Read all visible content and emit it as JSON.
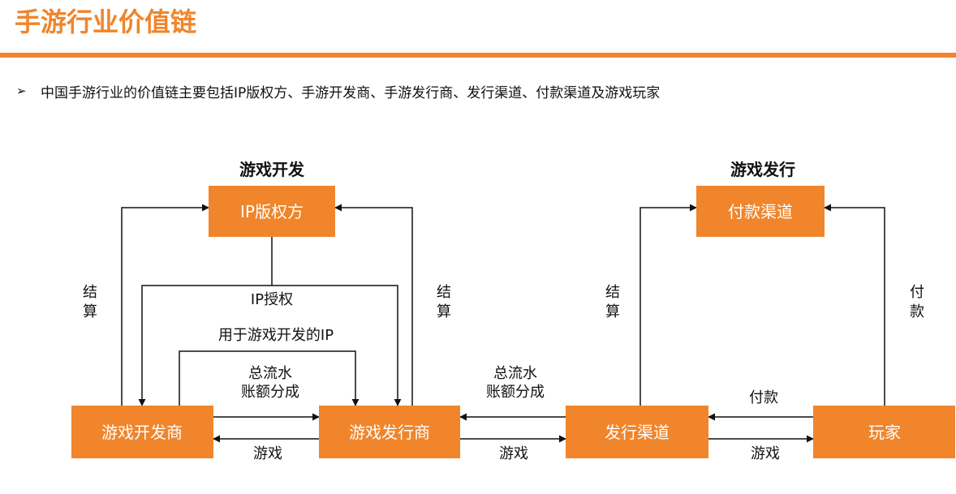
{
  "page": {
    "title": "手游行业价值链",
    "bullet": "中国手游行业的价值链主要包括IP版权方、手游开发商、手游发行商、发行渠道、付款渠道及游戏玩家"
  },
  "colors": {
    "accent": "#F0852B",
    "text": "#111111"
  },
  "diagram": {
    "sections": {
      "dev": "游戏开发",
      "pub": "游戏发行"
    },
    "nodes": {
      "ip": "IP版权方",
      "pay_channel": "付款渠道",
      "developer": "游戏开发商",
      "publisher": "游戏发行商",
      "channel": "发行渠道",
      "player": "玩家"
    },
    "labels": {
      "settle_1": [
        "结",
        "算"
      ],
      "settle_2": [
        "结",
        "算"
      ],
      "settle_3": [
        "结",
        "算"
      ],
      "pay_vertical": [
        "付",
        "款"
      ],
      "ip_license": "IP授权",
      "ip_for_dev": "用于游戏开发的IP",
      "revenue_share_1": [
        "总流水",
        "账额分成"
      ],
      "revenue_share_2": [
        "总流水",
        "账额分成"
      ],
      "game_1": "游戏",
      "game_2": "游戏",
      "game_3": "游戏",
      "pay": "付款"
    }
  }
}
